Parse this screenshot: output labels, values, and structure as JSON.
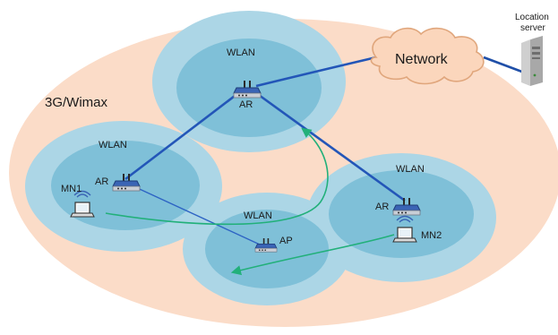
{
  "labels": {
    "outer_region": "3G/Wimax",
    "wlan_top": "WLAN",
    "wlan_left": "WLAN",
    "wlan_middle": "WLAN",
    "wlan_right": "WLAN",
    "ar_top": "AR",
    "ar_left": "AR",
    "ar_right": "AR",
    "ap": "AP",
    "mn1": "MN1",
    "mn2": "MN2",
    "network": "Network",
    "location_server_line1": "Location",
    "location_server_line2": "server"
  },
  "colors": {
    "outer_fill": "#fbdcc8",
    "cell_outer": "#acd6e6",
    "cell_inner": "#7fc0d8",
    "cloud_fill": "#fbd6bc",
    "cloud_stroke": "#e0a67c",
    "backbone_link": "#2356b8",
    "ap_link": "#2d63c4",
    "movement_path": "#22b07a",
    "server_link": "#1f4fa8"
  },
  "icons": {
    "router": "wireless-router-icon",
    "access_point": "access-point-icon",
    "mobile_node": "laptop-icon",
    "cloud": "network-cloud-icon",
    "server": "server-tower-icon"
  }
}
